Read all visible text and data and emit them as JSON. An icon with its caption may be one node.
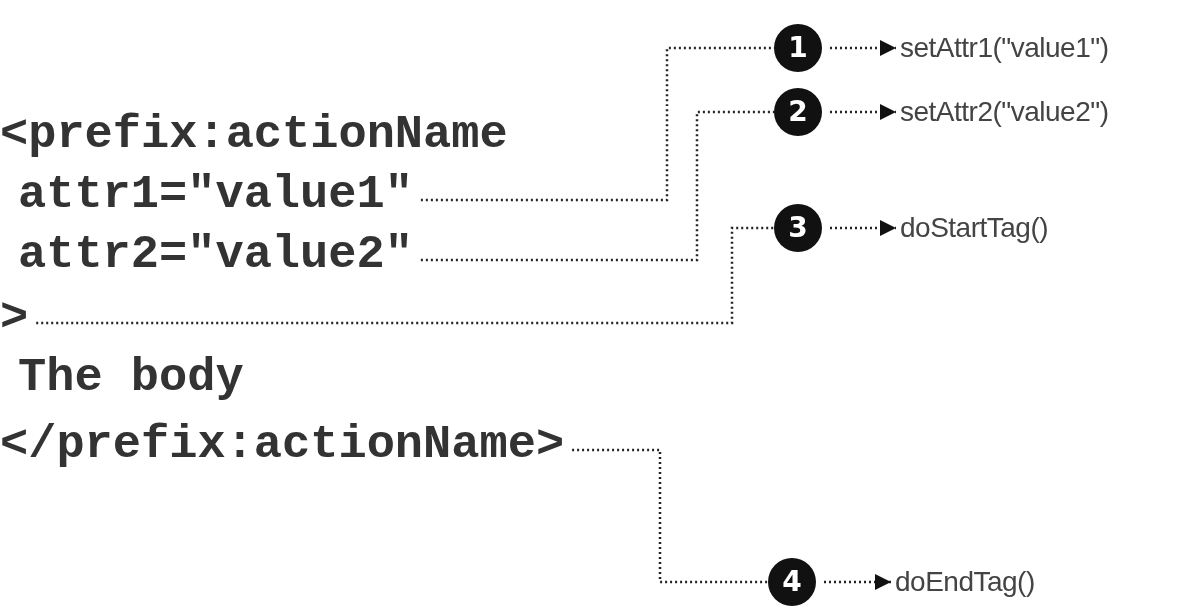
{
  "diagram": {
    "nodes": [
      {
        "text": [
          "attr1=\"value1\""
        ]
      },
      {
        "text": [
          "attr2=\"value2\""
        ]
      },
      {
        "text": [
          ">"
        ]
      },
      {
        "text": [
          "</prefix:actionName>"
        ]
      },
      {
        "text": [
          "1"
        ]
      },
      {
        "text": [
          "2"
        ]
      },
      {
        "text": [
          "3"
        ]
      },
      {
        "text": [
          "4"
        ]
      },
      {
        "text": [
          "setAttr1(\"value1\")"
        ]
      },
      {
        "text": [
          "setAttr2(\"value2\")"
        ]
      },
      {
        "text": [
          "doStartTag()"
        ]
      },
      {
        "text": [
          "doEndTag()"
        ]
      }
    ],
    "edges": [
      {
        "from": 0,
        "to": 4,
        "arrow": "none",
        "style": "dashed"
      },
      {
        "from": 1,
        "to": 5,
        "arrow": "none",
        "style": "dashed"
      },
      {
        "from": 2,
        "to": 6,
        "arrow": "none",
        "style": "dashed"
      },
      {
        "from": 3,
        "to": 7,
        "arrow": "none",
        "style": "dashed"
      },
      {
        "from": 4,
        "to": 8,
        "arrow": "to",
        "style": "dashed"
      },
      {
        "from": 5,
        "to": 9,
        "arrow": "to",
        "style": "dashed"
      },
      {
        "from": 6,
        "to": 10,
        "arrow": "to",
        "style": "dashed"
      },
      {
        "from": 7,
        "to": 11,
        "arrow": "to",
        "style": "dashed"
      }
    ],
    "labels": [
      "<prefix:actionName",
      "The body"
    ]
  }
}
